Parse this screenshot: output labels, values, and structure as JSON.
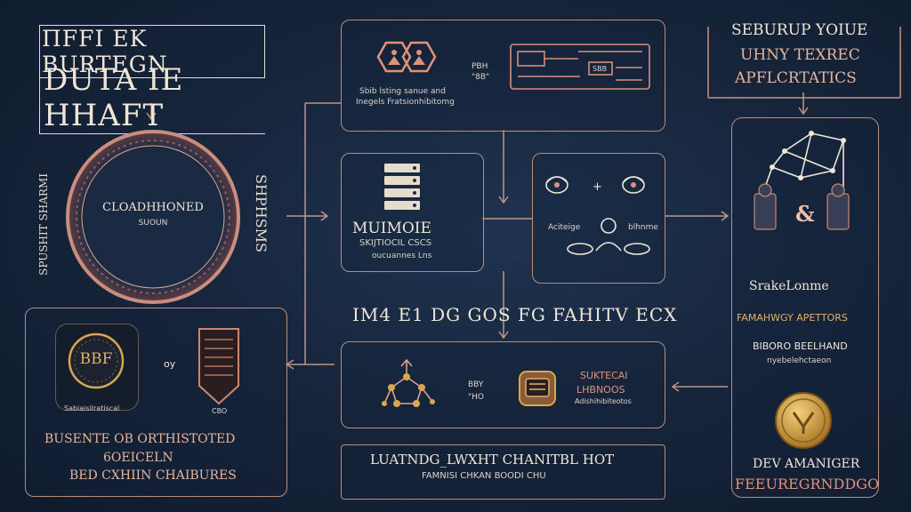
{
  "header": {
    "line1": "ΠFFI EK BURTEGN",
    "line2": "DUTA IE HHAFT"
  },
  "ring": {
    "label": "CLOADHHONED",
    "sublabel": "SUOUN",
    "left_vertical": "SPUSHIT SHARMI",
    "right_vertical": "SHPHSMS"
  },
  "top_panel": {
    "caption_line1": "Sbib lsting sanue and",
    "caption_line2": "Inegels Fratsionhibitomg",
    "mid_label_1": "PBH",
    "mid_label_2": "\"8B\"",
    "screen_label": "SBB"
  },
  "server_panel": {
    "title": "MUIMOIE",
    "line2": "SKIJTIOCIL CSCS",
    "line3": "oucuannes Lns"
  },
  "people_panel": {
    "label_left": "Aciteige",
    "label_right": "blhnme",
    "plus": "+"
  },
  "middle_banner": {
    "text": "IM4 E1 DG GOS   FG FAHITV ECX"
  },
  "bottom_mid_panel": {
    "mid_label_1": "BBY",
    "mid_label_2": "\"HO",
    "right_line1": "SUKTECAI",
    "right_line2": "LHBNOOS",
    "right_line3": "Adishihibiteotos"
  },
  "bottom_band": {
    "line1": "LUATNDG_LWXHT CHANITBL HOT",
    "line2": "FAMNISI CHKAN BOODI CHU"
  },
  "bottom_left_panel": {
    "badge1_text": "BBF",
    "badge1_caption": "Sabiaisilratiscal",
    "badge2_caption": "CBO",
    "connector": "oy",
    "line1": "BUSENTE OB ORTHISTOTED",
    "line2": "6OEICELN",
    "line3": "BED CXHIIN CHAIBURES"
  },
  "right_column": {
    "top_line1": "SEBURUP YOIUE",
    "top_line2": "UHNY TEXREC",
    "top_line3": "APFLCRTATICS",
    "ampersand": "&",
    "label1": "SrakeLonme",
    "label2": "FAMAHWGY APETTORS",
    "label3": "BIBORO BEELHAND",
    "label4": "nyebelehctaeon",
    "bottom_line1": "DEV AMANIGER",
    "bottom_line2": "FEEUREGRNDDGO"
  },
  "colors": {
    "background": "#17263d",
    "accent_line": "#b98d7e",
    "text": "#efe6d6",
    "copper": "#e7a88c",
    "gold": "#d7a84e"
  }
}
